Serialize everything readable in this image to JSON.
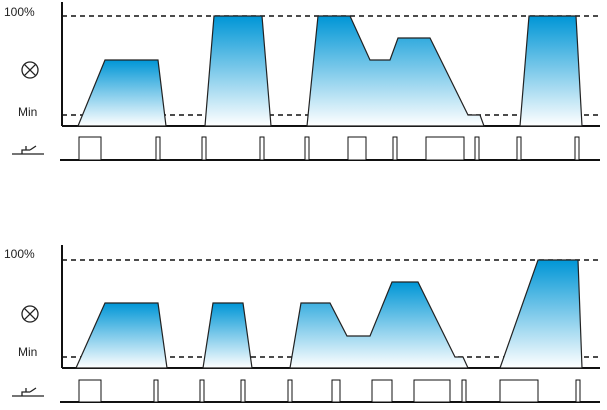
{
  "diagrams": [
    {
      "label_100": "100%",
      "label_min": "Min"
    },
    {
      "label_100": "100%",
      "label_min": "Min"
    }
  ],
  "icons": {
    "lamp": "lamp-cross-circle-icon",
    "switch": "push-switch-icon"
  },
  "colors": {
    "fill_top": "#0096d6",
    "fill_bottom": "#ffffff",
    "line": "#111111"
  }
}
